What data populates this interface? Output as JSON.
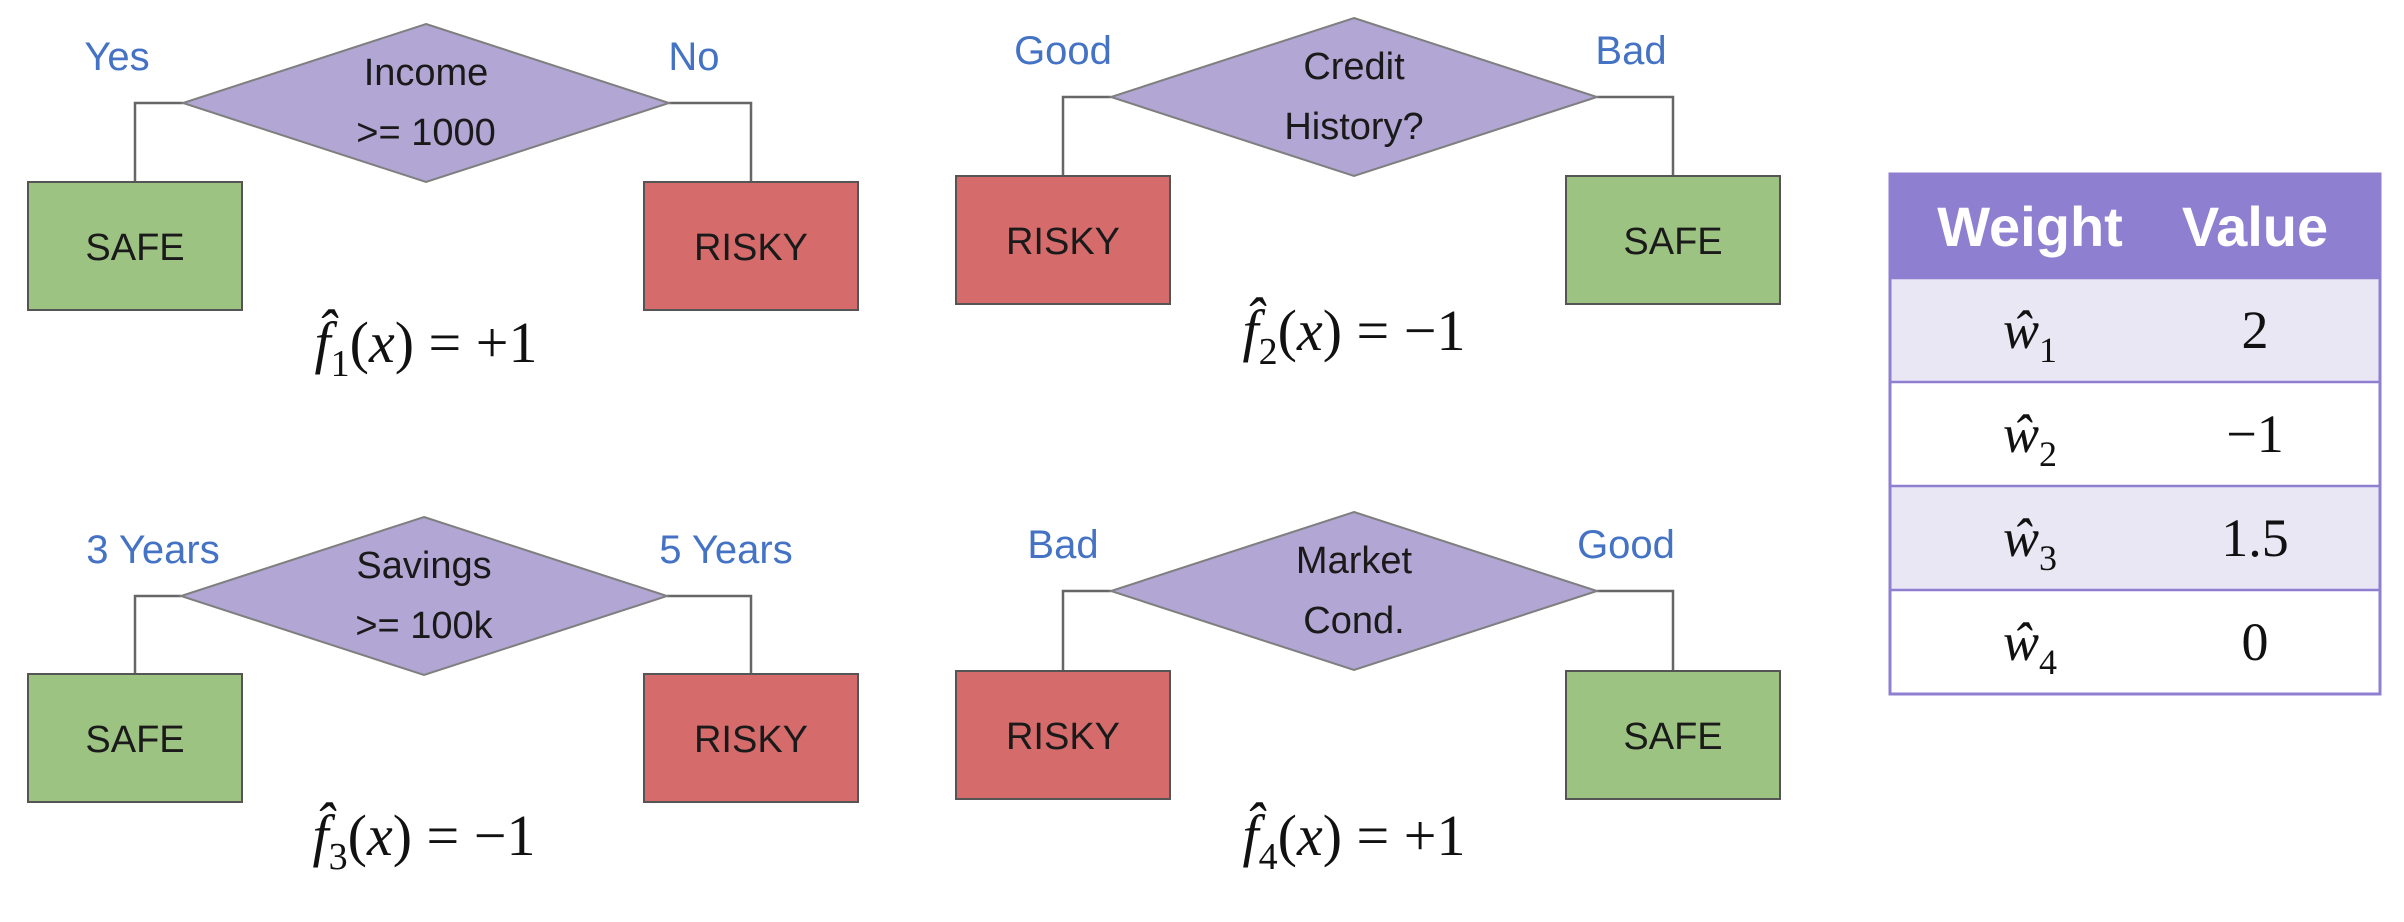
{
  "colors": {
    "diamond": "#b1a6d4",
    "diamond_stroke": "#7f7f7f",
    "safe": "#9dc383",
    "risky": "#d56b6b",
    "leaf_stroke": "#555555",
    "branch_label": "#4472c4",
    "table_header": "#8f7fd1",
    "table_row_alt": "#e9e7f4",
    "table_border": "#8f7fd1"
  },
  "stumps": [
    {
      "question": [
        "Income",
        ">= 1000"
      ],
      "left_branch": "Yes",
      "right_branch": "No",
      "left_leaf": "SAFE",
      "right_leaf": "RISKY",
      "formula": {
        "index": "1",
        "result": "+1"
      }
    },
    {
      "question": [
        "Credit",
        "History?"
      ],
      "left_branch": "Good",
      "right_branch": "Bad",
      "left_leaf": "RISKY",
      "right_leaf": "SAFE",
      "formula": {
        "index": "2",
        "result": "−1"
      }
    },
    {
      "question": [
        "Savings",
        ">= 100k"
      ],
      "left_branch": "3 Years",
      "right_branch": "5 Years",
      "left_leaf": "SAFE",
      "right_leaf": "RISKY",
      "formula": {
        "index": "3",
        "result": "−1"
      }
    },
    {
      "question": [
        "Market",
        "Cond."
      ],
      "left_branch": "Bad",
      "right_branch": "Good",
      "left_leaf": "RISKY",
      "right_leaf": "SAFE",
      "formula": {
        "index": "4",
        "result": "+1"
      }
    }
  ],
  "weights_table": {
    "headers": [
      "Weight",
      "Value"
    ],
    "rows": [
      {
        "weight_index": "1",
        "value": "2"
      },
      {
        "weight_index": "2",
        "value": "−1"
      },
      {
        "weight_index": "3",
        "value": "1.5"
      },
      {
        "weight_index": "4",
        "value": "0"
      }
    ]
  }
}
